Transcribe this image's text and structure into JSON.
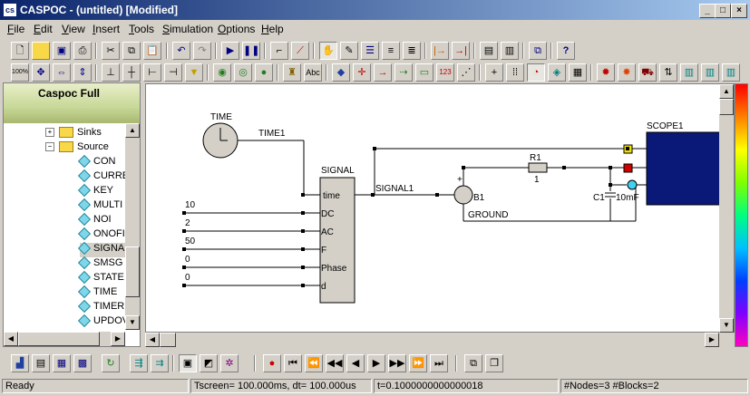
{
  "window": {
    "title": "CASPOC - (untitled) [Modified]",
    "app_icon": "caspoc-app-icon",
    "min": "_",
    "max": "□",
    "close": "×"
  },
  "menu": [
    {
      "label": "File",
      "u": "F",
      "rest": "ile"
    },
    {
      "label": "Edit",
      "u": "E",
      "rest": "dit"
    },
    {
      "label": "View",
      "u": "V",
      "rest": "iew"
    },
    {
      "label": "Insert",
      "u": "I",
      "rest": "nsert"
    },
    {
      "label": "Tools",
      "u": "T",
      "rest": "ools"
    },
    {
      "label": "Simulation",
      "u": "S",
      "rest": "imulation"
    },
    {
      "label": "Options",
      "u": "O",
      "rest": "ptions"
    },
    {
      "label": "Help",
      "u": "H",
      "rest": "elp"
    }
  ],
  "sidebar": {
    "banner": "Caspoc Full",
    "tree": [
      {
        "label": "Sinks",
        "type": "folder",
        "expander": "+"
      },
      {
        "label": "Source",
        "type": "folder",
        "expander": "−"
      },
      {
        "label": "CON",
        "type": "item"
      },
      {
        "label": "CURRE",
        "type": "item"
      },
      {
        "label": "KEY",
        "type": "item"
      },
      {
        "label": "MULTI",
        "type": "item"
      },
      {
        "label": "NOI",
        "type": "item"
      },
      {
        "label": "ONOFI",
        "type": "item"
      },
      {
        "label": "SIGNA",
        "type": "item",
        "selected": true
      },
      {
        "label": "SMSG",
        "type": "item"
      },
      {
        "label": "STATE",
        "type": "item"
      },
      {
        "label": "TIME",
        "type": "item"
      },
      {
        "label": "TIMER",
        "type": "item"
      },
      {
        "label": "UPDOV",
        "type": "item"
      }
    ]
  },
  "diagram": {
    "time_block": "TIME",
    "time_node": "TIME1",
    "signal_block": "SIGNAL",
    "signal_node": "SIGNAL1",
    "signal_inputs": [
      "time",
      "DC",
      "AC",
      "F",
      "Phase",
      "d"
    ],
    "input_values": [
      "10",
      "2",
      "50",
      "0",
      "0"
    ],
    "resistor_name": "R1",
    "resistor_value": "1",
    "source_name": "B1",
    "source_plus": "+",
    "capacitor_name": "C1",
    "capacitor_value": "10mF",
    "ground": "GROUND",
    "scope": "SCOPE1"
  },
  "status": {
    "ready": "Ready",
    "tscreen": "Tscreen= 100.000ms, dt= 100.000us",
    "t": "t=0.1000000000000018",
    "nodes": "#Nodes=3 #Blocks=2"
  }
}
